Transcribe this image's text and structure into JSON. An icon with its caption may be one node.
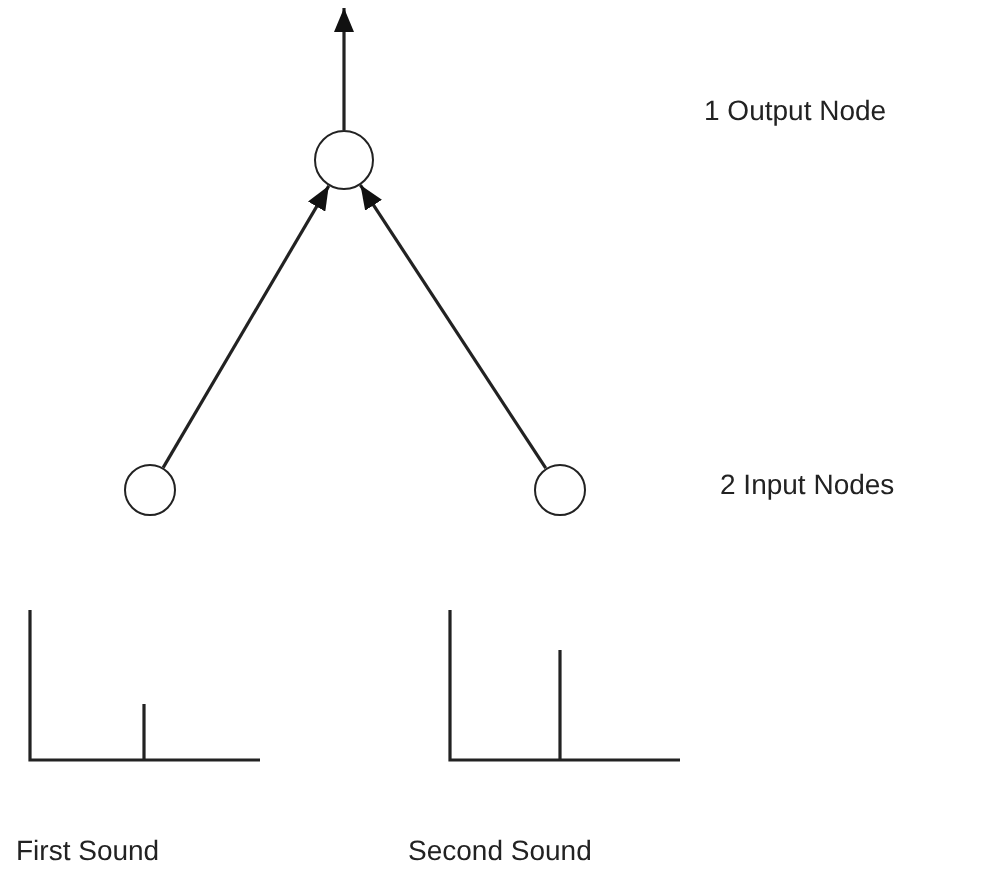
{
  "diagram": {
    "nodes": [
      {
        "text": [],
        "shape": "circle"
      },
      {
        "text": [],
        "shape": "circle"
      },
      {
        "text": [],
        "shape": "circle"
      }
    ],
    "edges": [
      {
        "from": 0,
        "to": null,
        "arrow": "to"
      },
      {
        "from": 1,
        "to": 0,
        "arrow": "to"
      },
      {
        "from": 2,
        "to": 0,
        "arrow": "to"
      }
    ],
    "labels": [
      "1 Output Node",
      "2 Input Nodes",
      "First Sound",
      "Second Sound"
    ]
  }
}
